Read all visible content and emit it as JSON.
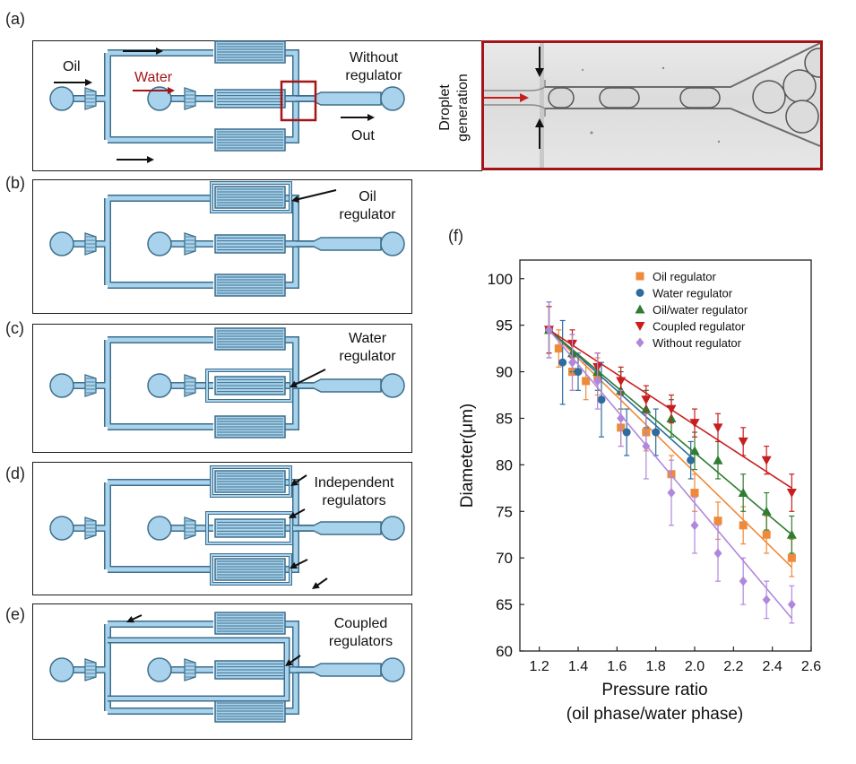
{
  "panels": {
    "a": "(a)",
    "b": "(b)",
    "c": "(c)",
    "d": "(d)",
    "e": "(e)",
    "f": "(f)"
  },
  "panel_a": {
    "oil": "Oil",
    "water": "Water",
    "out": "Out",
    "without_regulator_line1": "Without",
    "without_regulator_line2": "regulator",
    "droplet_line1": "Droplet",
    "droplet_line2": "generation"
  },
  "panel_b": {
    "line1": "Oil",
    "line2": "regulator"
  },
  "panel_c": {
    "line1": "Water",
    "line2": "regulator"
  },
  "panel_d": {
    "line1": "Independent",
    "line2": "regulators"
  },
  "panel_e": {
    "line1": "Coupled",
    "line2": "regulators"
  },
  "colors": {
    "channel": "#a9d3ec",
    "channel_edge": "#3d6e8c",
    "highlight": "#a31517",
    "oil_regulator": "#ee8a3a",
    "water_regulator": "#2e6b9e",
    "oil_water_regulator": "#2e7d32",
    "coupled_regulator": "#c81e1e",
    "without_regulator": "#b088db"
  },
  "chart_data": {
    "type": "scatter",
    "xlabel": "Pressure ratio",
    "xlabel2": "(oil phase/water phase)",
    "ylabel": "Diameter(μm)",
    "xlim": [
      1.1,
      2.6
    ],
    "ylim": [
      60,
      102
    ],
    "xticks": [
      "1.2",
      "1.4",
      "1.6",
      "1.8",
      "2.0",
      "2.2",
      "2.4",
      "2.6"
    ],
    "yticks": [
      "60",
      "65",
      "70",
      "75",
      "80",
      "85",
      "90",
      "95",
      "100"
    ],
    "legend_position": "top-right",
    "series": [
      {
        "name": "Oil regulator",
        "marker": "square",
        "color": "#ee8a3a",
        "x": [
          1.25,
          1.3,
          1.37,
          1.44,
          1.5,
          1.62,
          1.75,
          1.88,
          2.0,
          2.12,
          2.25,
          2.37,
          2.5
        ],
        "y": [
          94.5,
          92.5,
          90.0,
          89.0,
          89.5,
          84.0,
          83.5,
          79.0,
          77.0,
          74.0,
          73.5,
          72.5,
          70.0
        ],
        "err": [
          2.5,
          2.0,
          2.0,
          2.0,
          2.0,
          2.0,
          2.0,
          2.0,
          2.0,
          2.0,
          2.0,
          2.0,
          2.0
        ],
        "fit": [
          [
            1.25,
            94.5
          ],
          [
            2.5,
            69.0
          ]
        ]
      },
      {
        "name": "Water regulator",
        "marker": "circle",
        "color": "#2e6b9e",
        "x": [
          1.25,
          1.32,
          1.4,
          1.52,
          1.65,
          1.8,
          1.98
        ],
        "y": [
          94.5,
          91.0,
          90.0,
          87.0,
          83.5,
          83.5,
          80.5
        ],
        "err": [
          3.0,
          4.5,
          2.0,
          4.0,
          2.5,
          2.5,
          2.0
        ],
        "fit": [
          [
            1.25,
            94.5
          ],
          [
            2.0,
            80.5
          ]
        ]
      },
      {
        "name": "Oil/water regulator",
        "marker": "triangle-up",
        "color": "#2e7d32",
        "x": [
          1.25,
          1.37,
          1.5,
          1.62,
          1.75,
          1.88,
          2.0,
          2.12,
          2.25,
          2.37,
          2.5
        ],
        "y": [
          94.5,
          92.0,
          90.0,
          88.0,
          86.0,
          85.0,
          81.5,
          80.5,
          77.0,
          75.0,
          72.5
        ],
        "err": [
          2.5,
          2.0,
          2.0,
          2.0,
          2.0,
          2.0,
          2.0,
          2.0,
          2.0,
          2.0,
          2.0
        ],
        "fit": [
          [
            1.25,
            94.5
          ],
          [
            2.5,
            72.5
          ]
        ]
      },
      {
        "name": "Coupled regulator",
        "marker": "triangle-down",
        "color": "#c81e1e",
        "x": [
          1.25,
          1.37,
          1.5,
          1.62,
          1.75,
          1.88,
          2.0,
          2.12,
          2.25,
          2.37,
          2.5
        ],
        "y": [
          94.5,
          93.0,
          90.5,
          89.0,
          87.0,
          86.0,
          84.5,
          84.0,
          82.5,
          80.5,
          77.0
        ],
        "err": [
          2.5,
          1.5,
          1.5,
          1.5,
          1.5,
          1.5,
          1.5,
          1.5,
          1.5,
          1.5,
          2.0
        ],
        "fit": [
          [
            1.25,
            94.5
          ],
          [
            2.5,
            77.5
          ]
        ]
      },
      {
        "name": "Without regulator",
        "marker": "diamond",
        "color": "#b088db",
        "x": [
          1.25,
          1.37,
          1.5,
          1.62,
          1.75,
          1.88,
          2.0,
          2.12,
          2.25,
          2.37,
          2.5
        ],
        "y": [
          94.5,
          91.0,
          89.0,
          85.0,
          82.0,
          77.0,
          73.5,
          70.5,
          67.5,
          65.5,
          65.0
        ],
        "err": [
          3.0,
          3.0,
          3.0,
          3.0,
          3.5,
          3.5,
          3.0,
          3.0,
          2.5,
          2.0,
          2.0
        ],
        "fit": [
          [
            1.25,
            94.5
          ],
          [
            2.5,
            63.5
          ]
        ]
      }
    ]
  }
}
